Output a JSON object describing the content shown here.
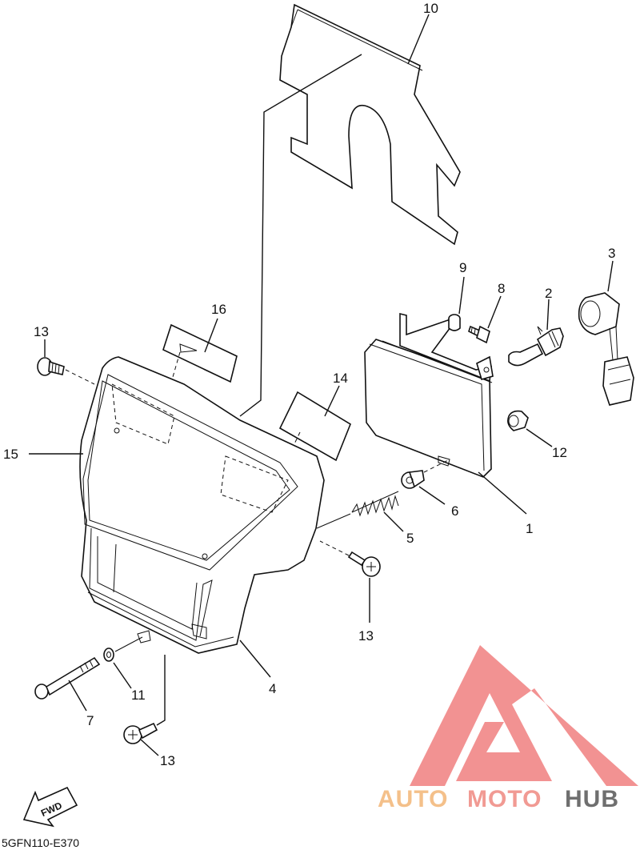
{
  "diagram_code": "5GFN110-E370",
  "fwd_label": "FWD",
  "watermark": {
    "brand_part1": "AUTO",
    "brand_part2": "MOTO",
    "brand_part3": "HUB",
    "color_part1": "#f4c08a",
    "color_part2": "#f19a93",
    "color_part3": "#6f6f6f",
    "logo_color": "#f07f7f"
  },
  "callouts": [
    {
      "id": "part-10",
      "label": "10"
    },
    {
      "id": "part-16",
      "label": "16"
    },
    {
      "id": "part-13a",
      "label": "13"
    },
    {
      "id": "part-15",
      "label": "15"
    },
    {
      "id": "part-14",
      "label": "14"
    },
    {
      "id": "part-9",
      "label": "9"
    },
    {
      "id": "part-8",
      "label": "8"
    },
    {
      "id": "part-2",
      "label": "2"
    },
    {
      "id": "part-3",
      "label": "3"
    },
    {
      "id": "part-12",
      "label": "12"
    },
    {
      "id": "part-6",
      "label": "6"
    },
    {
      "id": "part-1",
      "label": "1"
    },
    {
      "id": "part-5",
      "label": "5"
    },
    {
      "id": "part-13b",
      "label": "13"
    },
    {
      "id": "part-4",
      "label": "4"
    },
    {
      "id": "part-11",
      "label": "11"
    },
    {
      "id": "part-7",
      "label": "7"
    },
    {
      "id": "part-13c",
      "label": "13"
    }
  ]
}
